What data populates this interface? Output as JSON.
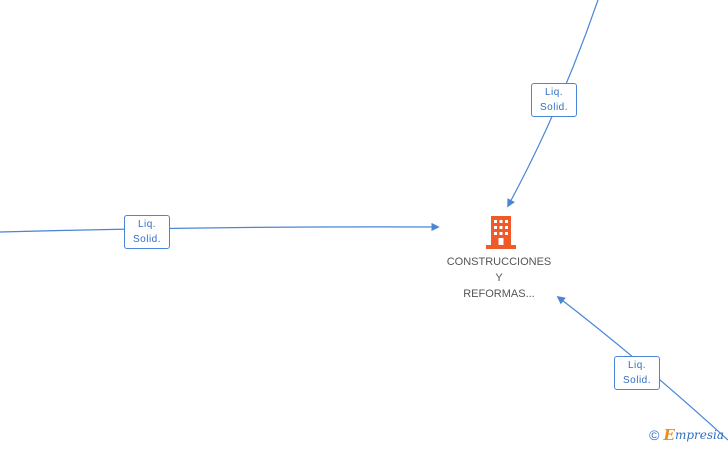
{
  "diagram": {
    "center_node": {
      "icon": "building-icon",
      "label_lines": [
        "CONSTRUCCIONES",
        "Y",
        "REFORMAS..."
      ],
      "icon_color": "#f05a28"
    },
    "edges": [
      {
        "id": "top",
        "label_lines": [
          "Liq.",
          "Solid."
        ]
      },
      {
        "id": "left",
        "label_lines": [
          "Liq.",
          "Solid."
        ]
      },
      {
        "id": "bottom-right",
        "label_lines": [
          "Liq.",
          "Solid."
        ]
      }
    ],
    "edge_color": "#4a86d6"
  },
  "watermark": {
    "copyright_symbol": "©",
    "brand_initial": "E",
    "brand_rest": "mpresia"
  }
}
